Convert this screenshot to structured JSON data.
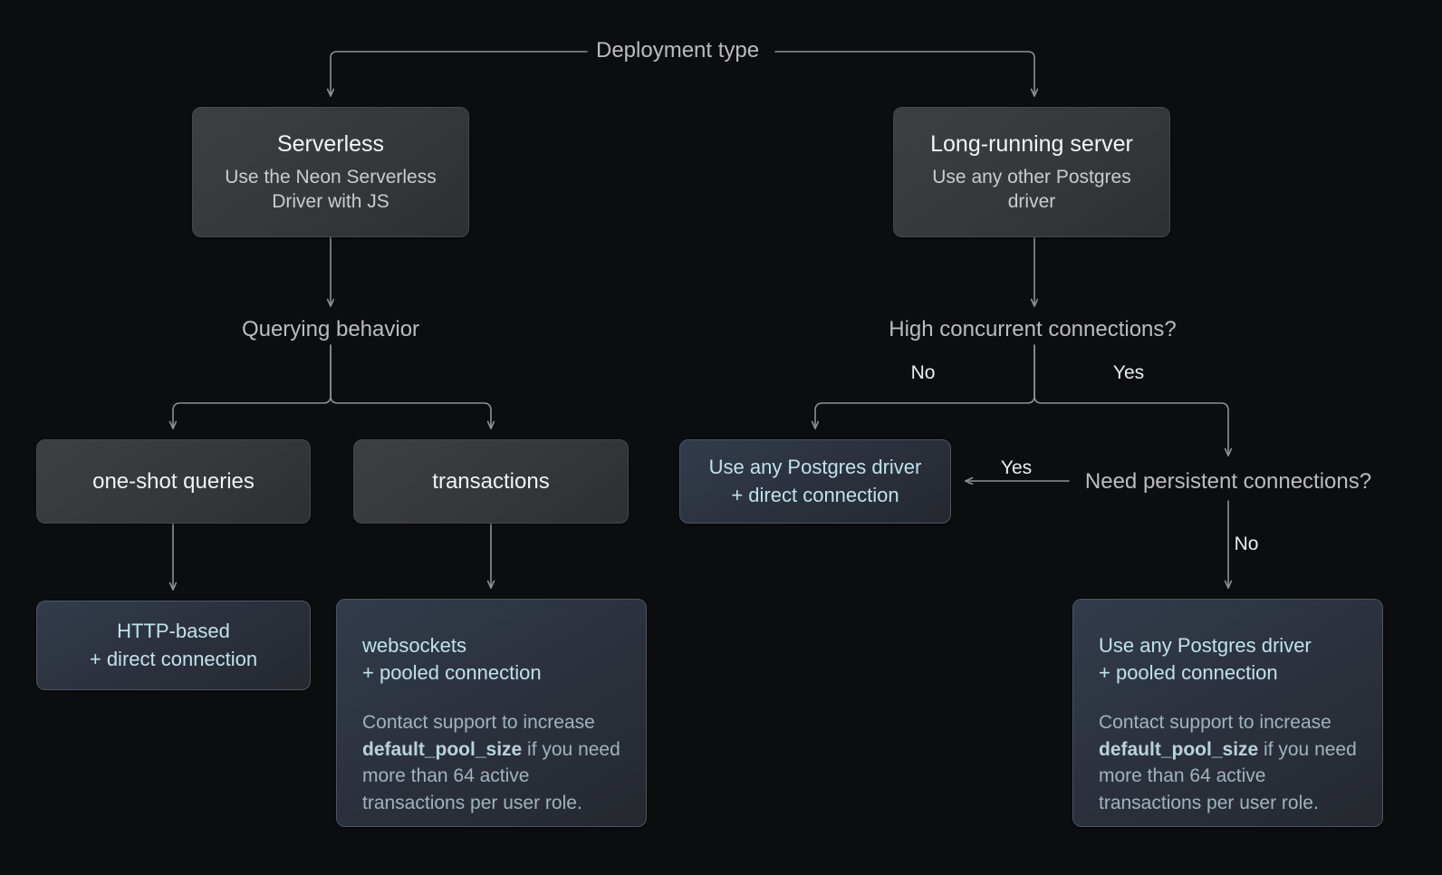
{
  "diagram": {
    "background_color": "#0c0d0e",
    "edge_color": "#8d9096",
    "grey_node_text": "#f2f3f5",
    "blue_node_text": "#bfe2ee",
    "blue_node_body_text": "#9fb4bd"
  },
  "root": {
    "label": "Deployment type"
  },
  "branches": {
    "serverless": {
      "title": "Serverless",
      "subtitle": "Use the Neon Serverless Driver with JS",
      "question": "Querying behavior",
      "options": [
        {
          "label": "one-shot queries"
        },
        {
          "label": "transactions"
        }
      ],
      "outcomes": [
        {
          "head": "HTTP-based\n+ direct connection",
          "body": null
        },
        {
          "head": "websockets\n+ pooled connection",
          "body_before": "Contact support to increase ",
          "body_code": "default_pool_size",
          "body_after": " if you need more than 64 active transactions per user role."
        }
      ]
    },
    "long_running": {
      "title": "Long-running server",
      "subtitle": "Use any other Postgres driver",
      "question": "High concurrent connections?",
      "answer_no": "No",
      "answer_yes": "Yes",
      "second_question": "Need persistent connections?",
      "second_answer_yes": "Yes",
      "second_answer_no": "No",
      "outcomes": [
        {
          "head": "Use any Postgres driver\n+ direct connection",
          "body": null
        },
        {
          "head": "Use any Postgres driver\n+ pooled connection",
          "body_before": "Contact support to increase ",
          "body_code": "default_pool_size",
          "body_after": " if you need more than 64 active transactions per user role."
        }
      ]
    }
  }
}
